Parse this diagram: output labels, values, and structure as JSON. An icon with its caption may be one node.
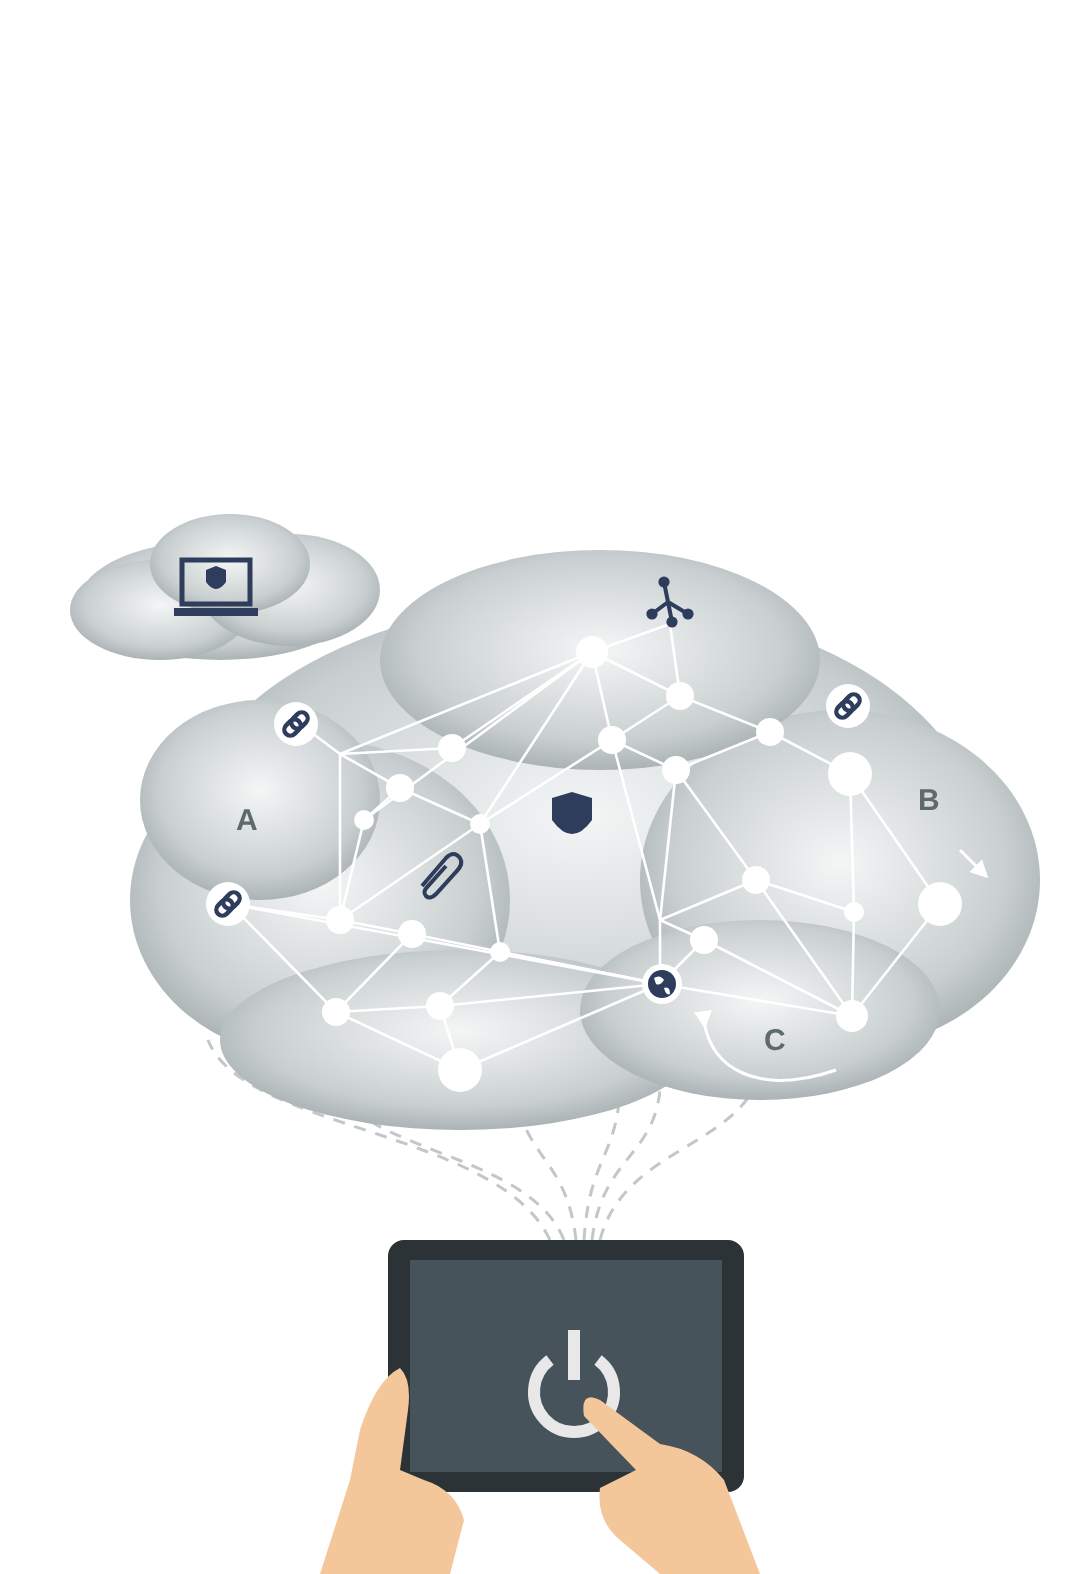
{
  "diagram": {
    "nodes": [
      {
        "text": [],
        "shape": "cloud"
      },
      {
        "text": [],
        "shape": "picture"
      }
    ],
    "edges": [
      {
        "from": 1,
        "to": 0,
        "arrow": "none",
        "style": "dashed"
      },
      {
        "from": 1,
        "to": 0,
        "arrow": "none",
        "style": "dashed"
      },
      {
        "from": 1,
        "to": 0,
        "arrow": "none",
        "style": "dashed"
      },
      {
        "from": 1,
        "to": 0,
        "arrow": "none",
        "style": "dashed"
      },
      {
        "from": 1,
        "to": 0,
        "arrow": "none",
        "style": "dashed"
      },
      {
        "from": 1,
        "to": 0,
        "arrow": "none",
        "style": "dashed"
      }
    ],
    "labels": [
      "A",
      "B",
      "C"
    ]
  }
}
